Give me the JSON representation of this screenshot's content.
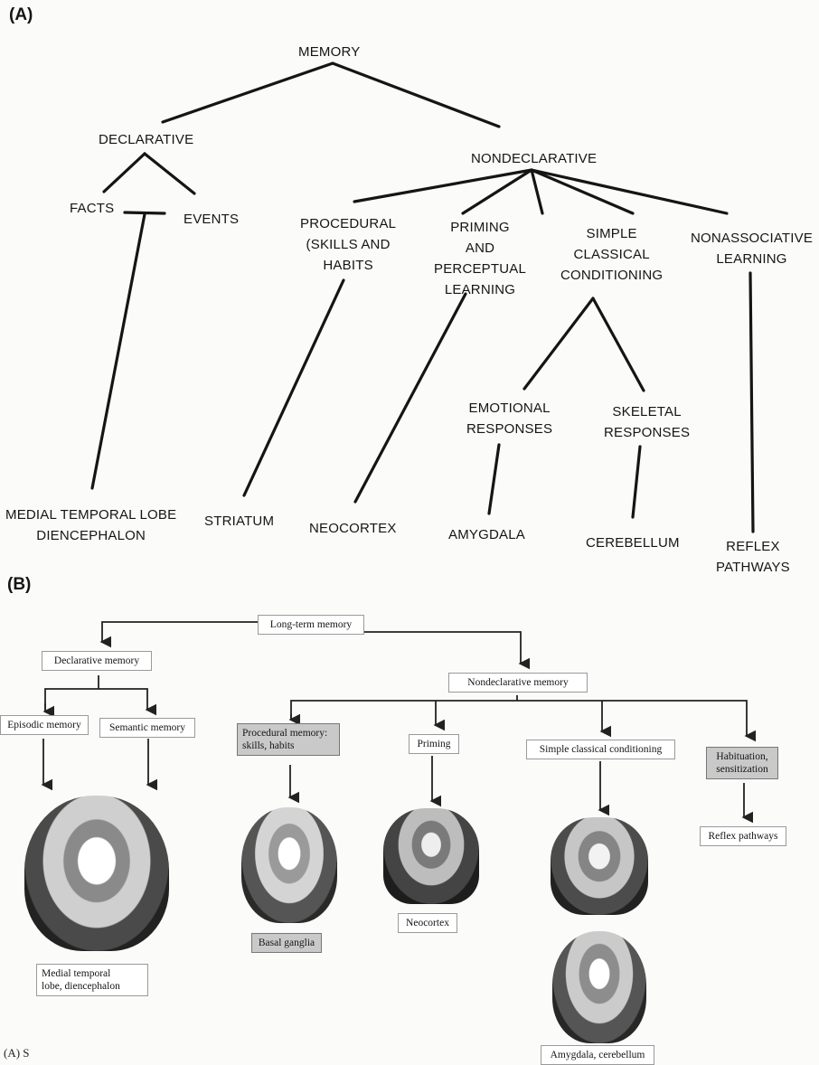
{
  "panel_a": {
    "label": "(A)",
    "memory": "MEMORY",
    "declarative": "DECLARATIVE",
    "nondeclarative": "NONDECLARATIVE",
    "facts": "FACTS",
    "events": "EVENTS",
    "procedural": [
      "PROCEDURAL",
      "(SKILLS AND",
      "HABITS"
    ],
    "priming": [
      "PRIMING",
      "AND",
      "PERCEPTUAL",
      "LEARNING"
    ],
    "simple_classical": [
      "SIMPLE",
      "CLASSICAL",
      "CONDITIONING"
    ],
    "nonassociative": [
      "NONASSOCIATIVE",
      "LEARNING"
    ],
    "emotional": [
      "EMOTIONAL",
      "RESPONSES"
    ],
    "skeletal": [
      "SKELETAL",
      "RESPONSES"
    ],
    "mtl": [
      "MEDIAL TEMPORAL LOBE",
      "DIENCEPHALON"
    ],
    "striatum": "STRIATUM",
    "neocortex": "NEOCORTEX",
    "amygdala": "AMYGDALA",
    "cerebellum": "CEREBELLUM",
    "reflex": [
      "REFLEX",
      "PATHWAYS"
    ]
  },
  "panel_b": {
    "label": "(B)",
    "long_term": "Long-term memory",
    "declarative": "Declarative memory",
    "nondeclarative": "Nondeclarative memory",
    "episodic": "Episodic memory",
    "semantic": "Semantic memory",
    "procedural": [
      "Procedural memory:",
      "skills, habits"
    ],
    "priming": "Priming",
    "simple_classical": "Simple classical conditioning",
    "habituation": [
      "Habituation,",
      "sensitization"
    ],
    "reflex": "Reflex pathways",
    "mtl_caption": [
      "Medial temporal",
      "lobe, diencephalon"
    ],
    "basal_ganglia": "Basal ganglia",
    "neocortex": "Neocortex",
    "amygdala_cerebellum": "Amygdala, cerebellum"
  },
  "footer": {
    "caption_fragment": "(A) S"
  },
  "colors": {
    "ink": "#151515",
    "paper": "#fbfbf9",
    "box_shade": "#c9c9c9"
  }
}
